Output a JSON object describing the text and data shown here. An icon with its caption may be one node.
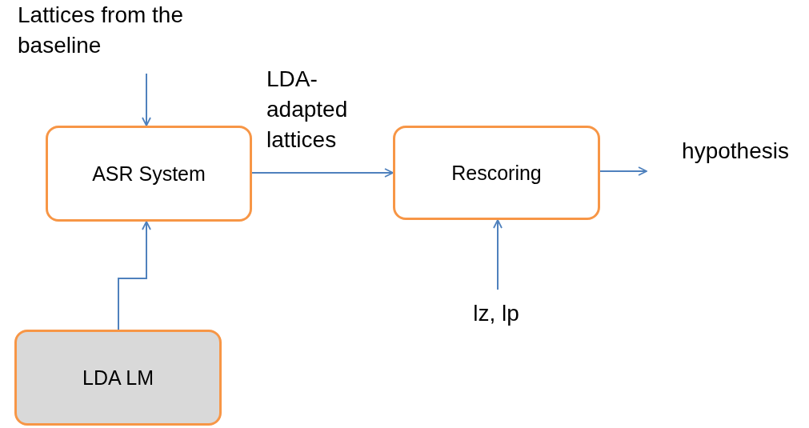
{
  "diagram": {
    "nodes": [
      {
        "text": [
          "Lattices from the baseline"
        ]
      },
      {
        "text": [
          "ASR System"
        ]
      },
      {
        "text": [
          "Rescoring"
        ]
      },
      {
        "text": [
          "hypothesis"
        ]
      },
      {
        "text": [
          "lz, lp"
        ]
      },
      {
        "text": [
          "LDA LM"
        ]
      }
    ],
    "edges": [
      {
        "from": 0,
        "to": 1,
        "arrow": "to"
      },
      {
        "from": 5,
        "to": 1,
        "arrow": "to"
      },
      {
        "from": 1,
        "to": 2,
        "arrow": "to",
        "label": "LDA- adapted lattices"
      },
      {
        "from": 2,
        "to": 3,
        "arrow": "to"
      },
      {
        "from": 4,
        "to": 2,
        "arrow": "to"
      }
    ]
  }
}
